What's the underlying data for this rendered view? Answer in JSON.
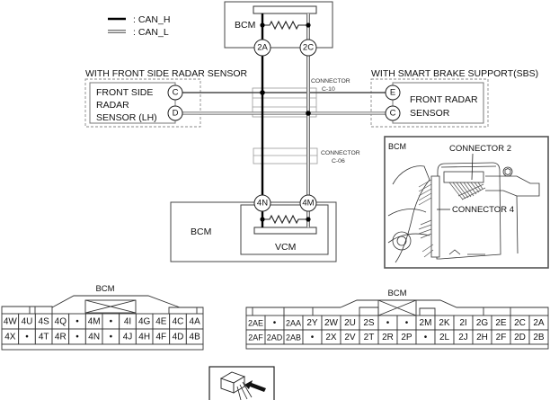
{
  "legend": [
    {
      "signal": "CAN_H",
      "label": ": CAN_H"
    },
    {
      "signal": "CAN_L",
      "label": ": CAN_L"
    }
  ],
  "top_module": {
    "label": "BCM",
    "terminals": [
      "2A",
      "2C"
    ]
  },
  "left_group": {
    "title": "WITH FRONT SIDE RADAR SENSOR",
    "component_lines": [
      "FRONT SIDE",
      "RADAR",
      "SENSOR (LH)"
    ],
    "terminals": [
      "C",
      "D"
    ]
  },
  "right_group": {
    "title": "WITH SMART BRAKE SUPPORT(SBS)",
    "component_lines": [
      "FRONT RADAR",
      "SENSOR"
    ],
    "terminals": [
      "E",
      "C"
    ]
  },
  "inline_connectors": [
    {
      "label": "CONNECTOR",
      "id": "C-10"
    },
    {
      "label": "CONNECTOR",
      "id": "C-06"
    }
  ],
  "bottom_module": {
    "outer_label": "BCM",
    "inner_label": "VCM",
    "terminals": [
      "4N",
      "4M"
    ]
  },
  "photo": {
    "module_label": "BCM",
    "callouts": [
      "CONNECTOR 2",
      "CONNECTOR 4"
    ]
  },
  "connector_views": [
    {
      "title": "BCM",
      "rows": [
        [
          "4W",
          "4U",
          "4S",
          "4Q",
          "•",
          "4M",
          "•",
          "4I",
          "4G",
          "4E",
          "4C",
          "4A"
        ],
        [
          "4X",
          "•",
          "4T",
          "4R",
          "•",
          "4N",
          "•",
          "4J",
          "4H",
          "4F",
          "4D",
          "4B"
        ]
      ]
    },
    {
      "title": "BCM",
      "rows": [
        [
          "2AE",
          "•",
          "2AA",
          "2Y",
          "2W",
          "2U",
          "2S",
          "•",
          "•",
          "2M",
          "2K",
          "2I",
          "2G",
          "2E",
          "2C",
          "2A"
        ],
        [
          "2AF",
          "2AD",
          "2AB",
          "•",
          "2X",
          "2V",
          "2T",
          "2R",
          "2P",
          "•",
          "2L",
          "2J",
          "2H",
          "2F",
          "2D",
          "2B"
        ]
      ]
    }
  ],
  "view_icon": "harness-side-view-icon"
}
